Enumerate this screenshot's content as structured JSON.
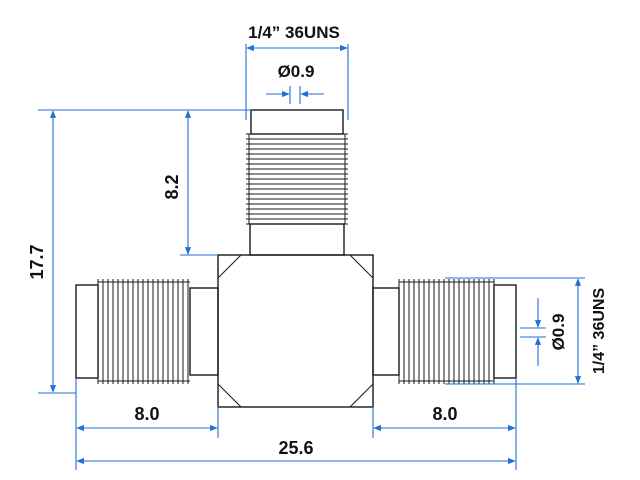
{
  "drawing": {
    "top_thread_label": "1/4” 36UNS",
    "top_pin_label": "Ø0.9",
    "side_thread_label": "1/4” 36UNS",
    "side_pin_label": "Ø0.9",
    "total_height_label": "17.7",
    "top_port_height_label": "8.2",
    "left_port_length_label": "8.0",
    "right_port_length_label": "8.0",
    "overall_width_label": "25.6",
    "dimension_color": "#1f6fd6",
    "outline_color": "#1a1a1a"
  }
}
